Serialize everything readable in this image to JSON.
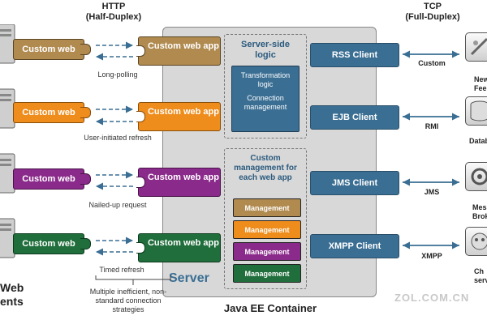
{
  "headers": {
    "http_title": "HTTP",
    "http_sub": "(Half-Duplex)",
    "tcp_title": "TCP",
    "tcp_sub": "(Full-Duplex)"
  },
  "left_pieces": [
    "Custom web",
    "Custom web",
    "Custom web",
    "Custom web"
  ],
  "app_pieces": [
    "Custom web app",
    "Custom web app",
    "Custom web app",
    "Custom web app"
  ],
  "strategies": [
    "Long-polling",
    "User-initiated refresh",
    "Nailed-up request",
    "Timed refresh"
  ],
  "strategy_note": "Multiple inefficient, non-standard connection strategies",
  "left_bottom": [
    "Web",
    "ents"
  ],
  "server": {
    "serverside_title": "Server-side logic",
    "transform_title": "Transformation logic",
    "connection_title": "Connection management",
    "custom_mgmt_title": "Custom management for each web app",
    "management_items": [
      "Management",
      "Management",
      "Management",
      "Management"
    ],
    "label": "Server"
  },
  "clients": [
    "RSS Client",
    "EJB Client",
    "JMS Client",
    "XMPP Client"
  ],
  "protocols": [
    "Custom",
    "RMI",
    "JMS",
    "XMPP"
  ],
  "right_labels": [
    "New Fee",
    "Datab",
    "Mess Brok",
    "Ch serv"
  ],
  "container_label": "Java EE Container",
  "watermark": "ZOL.COM.CN",
  "colors": {
    "row_colors": [
      "#b08a4f",
      "#ee8c1c",
      "#8a2a8a",
      "#1f6e3b"
    ],
    "client_blue": "#3a6e93",
    "server_gray": "#d8d8d8"
  }
}
